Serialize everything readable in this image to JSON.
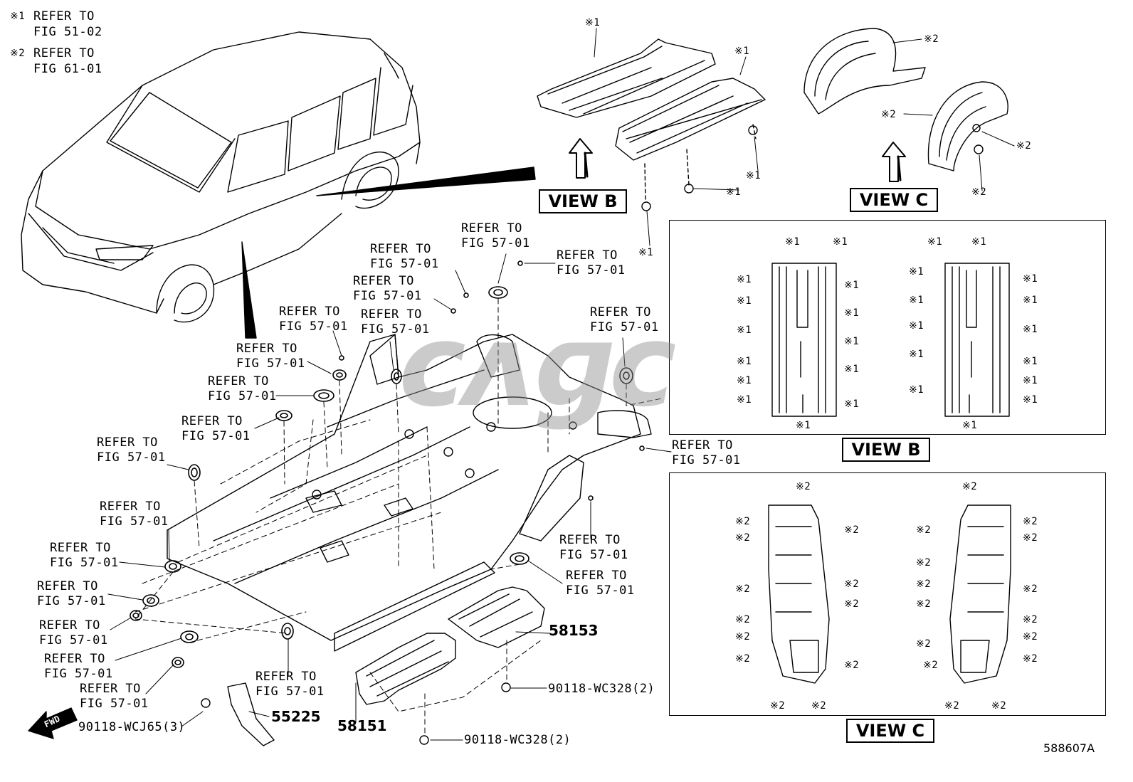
{
  "notes": [
    {
      "mark": "※1",
      "lines": [
        "REFER TO",
        "FIG 51-02"
      ]
    },
    {
      "mark": "※2",
      "lines": [
        "REFER TO",
        "FIG 61-01"
      ]
    }
  ],
  "refer_label": "REFER TO",
  "fig_5701": "FIG 57-01",
  "mark1": "※1",
  "mark2": "※2",
  "views": {
    "b": "VIEW B",
    "c": "VIEW C"
  },
  "parts": {
    "p58153": "58153",
    "p58151": "58151",
    "p55225": "55225",
    "bolt_wc328": "90118-WC328(2)",
    "bolt_wc328b": "90118-WC328(2)",
    "bolt_wcj65": "90118-WCJ65(3)"
  },
  "fwd": "FWD",
  "watermark": "ᴄᴧɡᴄ",
  "drawing_number": "588607A"
}
